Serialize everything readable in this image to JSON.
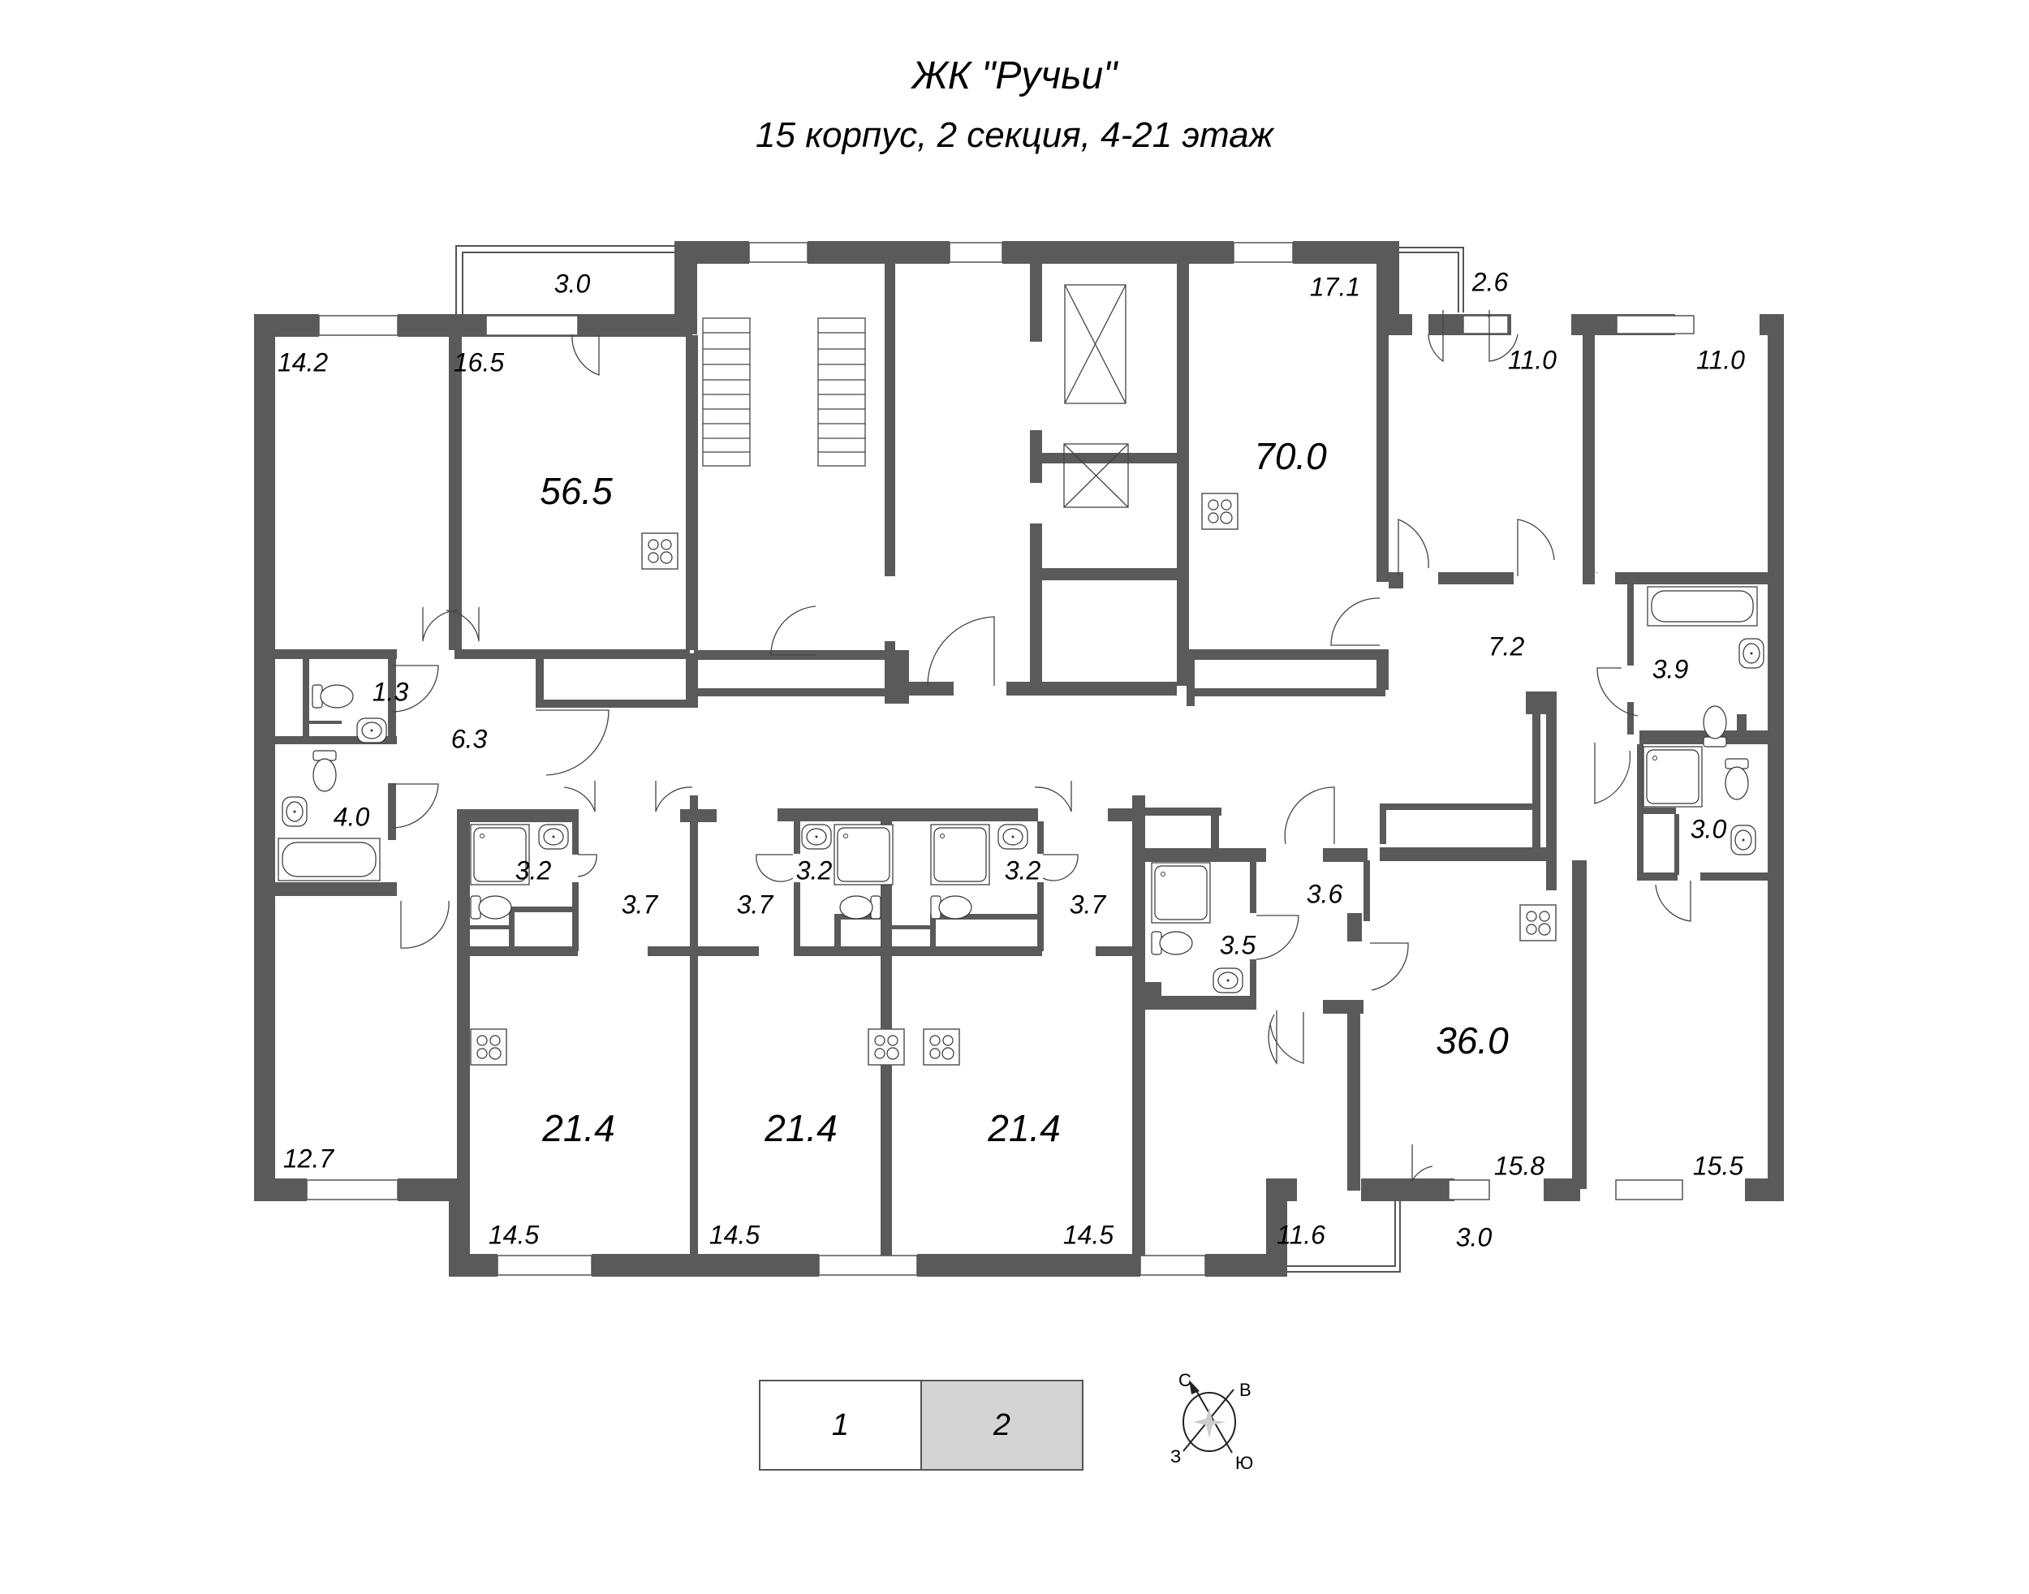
{
  "header": {
    "title": "ЖК \"Ручьи\"",
    "subtitle": "15 корпус, 2 секция, 4-21 этаж"
  },
  "colors": {
    "wall": "#5a5a5a",
    "background": "#ffffff",
    "active_section": "#d4d4d4",
    "line": "#333333"
  },
  "apartments": [
    {
      "id": "apt-56-5",
      "total_area": "56.5",
      "rooms": [
        "14.2",
        "16.5",
        "3.0",
        "1.3",
        "6.3",
        "4.0"
      ]
    },
    {
      "id": "apt-70-0",
      "total_area": "70.0",
      "rooms": [
        "17.1",
        "2.6",
        "11.0",
        "11.0",
        "7.2",
        "3.9"
      ]
    },
    {
      "id": "apt-21-4-a",
      "total_area": "21.4",
      "rooms": [
        "14.5",
        "3.2",
        "3.7"
      ]
    },
    {
      "id": "apt-21-4-b",
      "total_area": "21.4",
      "rooms": [
        "14.5",
        "3.2",
        "3.7"
      ]
    },
    {
      "id": "apt-21-4-c",
      "total_area": "21.4",
      "rooms": [
        "14.5",
        "3.2",
        "3.7"
      ]
    },
    {
      "id": "apt-36-0",
      "total_area": "36.0",
      "rooms": [
        "11.6",
        "3.5",
        "3.6",
        "15.8",
        "3.0"
      ]
    },
    {
      "id": "apt-left-bottom",
      "rooms": [
        "12.7"
      ]
    },
    {
      "id": "apt-right-bottom",
      "rooms": [
        "15.5",
        "3.0"
      ]
    }
  ],
  "labels": {
    "r14_2": "14.2",
    "r16_5": "16.5",
    "bal3_0_top": "3.0",
    "a56_5": "56.5",
    "r1_3": "1.3",
    "r6_3": "6.3",
    "r4_0": "4.0",
    "r12_7": "12.7",
    "r17_1": "17.1",
    "bal2_6": "2.6",
    "r11_0_a": "11.0",
    "r11_0_b": "11.0",
    "a70_0": "70.0",
    "r7_2": "7.2",
    "r3_9": "3.9",
    "r3_0_right": "3.0",
    "r3_2_a": "3.2",
    "r3_7_a": "3.7",
    "a21_4_a": "21.4",
    "r14_5_a": "14.5",
    "r3_2_b": "3.2",
    "r3_7_b": "3.7",
    "a21_4_b": "21.4",
    "r14_5_b": "14.5",
    "r3_2_c": "3.2",
    "r3_7_c": "3.7",
    "a21_4_c": "21.4",
    "r14_5_c": "14.5",
    "r3_5": "3.5",
    "r3_6": "3.6",
    "a36_0": "36.0",
    "r11_6": "11.6",
    "r15_8": "15.8",
    "bal3_0_bottom": "3.0",
    "r15_5": "15.5"
  },
  "section_selector": {
    "sections": [
      {
        "label": "1",
        "active": false
      },
      {
        "label": "2",
        "active": true
      }
    ]
  },
  "compass": {
    "north": "С",
    "east": "В",
    "south": "Ю",
    "west": "З"
  }
}
